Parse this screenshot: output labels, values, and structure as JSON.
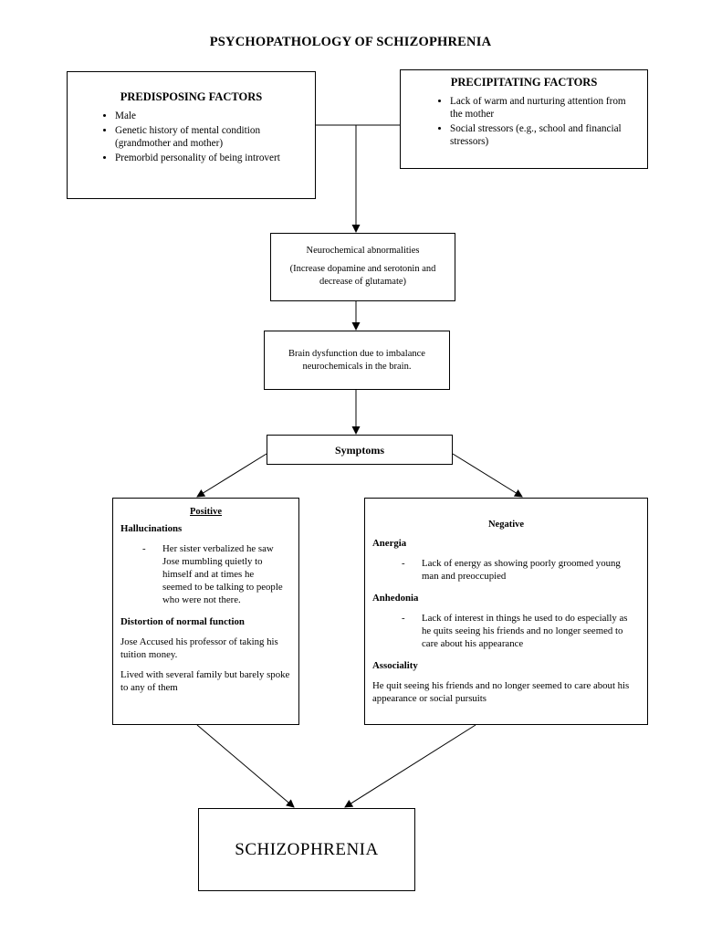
{
  "title": "PSYCHOPATHOLOGY OF SCHIZOPHRENIA",
  "predisposing": {
    "heading": "PREDISPOSING FACTORS",
    "items": [
      "Male",
      "Genetic history of mental condition (grandmother and mother)",
      "Premorbid personality of being introvert"
    ]
  },
  "precipitating": {
    "heading": "PRECIPITATING FACTORS",
    "items": [
      "Lack of warm and nurturing attention from the mother",
      "Social stressors (e.g., school and financial stressors)"
    ]
  },
  "neuro": {
    "line1": "Neurochemical abnormalities",
    "line2": "(Increase dopamine and serotonin and decrease of glutamate)"
  },
  "brain": {
    "text": "Brain dysfunction due to imbalance neurochemicals in the brain."
  },
  "symptoms": {
    "label": "Symptoms"
  },
  "positive": {
    "heading": "Positive",
    "hallucinations_heading": "Hallucinations",
    "dash_mark": "-",
    "hallucinations_text": "Her sister verbalized he saw Jose mumbling quietly to himself and at times he seemed to be talking to people who were not there.",
    "distortion_heading": "Distortion of normal function",
    "distortion_text1": "Jose Accused his professor of taking his tuition money.",
    "distortion_text2": "Lived with several family but barely spoke to any of them"
  },
  "negative": {
    "heading": "Negative",
    "anergia_heading": "Anergia",
    "dash_mark": "-",
    "anergia_text": "Lack of energy as showing poorly groomed young man and preoccupied",
    "anhedonia_heading": "Anhedonia",
    "anhedonia_text": "Lack of interest in things he used to do especially as he quits seeing his friends and no longer seemed to care about his appearance",
    "associality_heading": "Associality",
    "associality_text": "He quit seeing his friends and no longer seemed to care about his appearance or social pursuits"
  },
  "result": {
    "label": "SCHIZOPHRENIA"
  }
}
